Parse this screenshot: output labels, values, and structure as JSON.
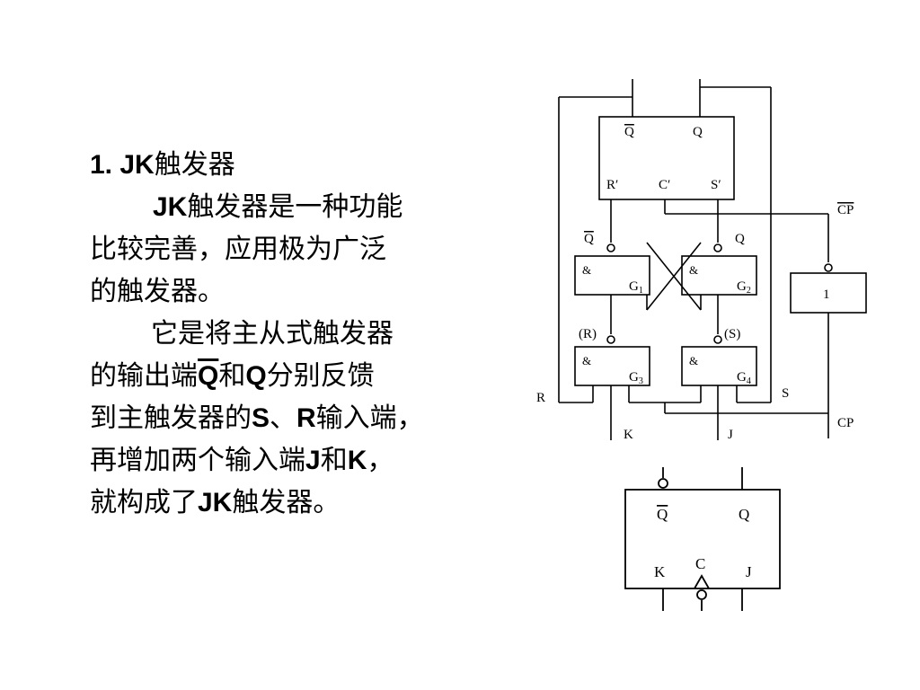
{
  "text": {
    "heading_num": "1. ",
    "heading_jk": "JK",
    "heading_rest": "触发器",
    "p1_jk": "JK",
    "p1_l1": "触发器是一种功能",
    "p1_l2": "比较完善，应用极为广泛",
    "p1_l3": "的触发器。",
    "p2_l1": "它是将主从式触发器",
    "p2_l2_a": "的输出端",
    "p2_l2_qbar": "Q",
    "p2_l2_b": "和",
    "p2_l2_q": "Q",
    "p2_l2_c": "分别反馈",
    "p2_l3_a": "到主触发器的",
    "p2_l3_s": "S",
    "p2_l3_b": "、",
    "p2_l3_r": "R",
    "p2_l3_c": "输入端，",
    "p2_l4_a": "再增加两个输入端",
    "p2_l4_j": "J",
    "p2_l4_b": "和",
    "p2_l4_k": "K",
    "p2_l4_c": "，",
    "p2_l5_a": "就构成了",
    "p2_l5_jk": "JK",
    "p2_l5_b": "触发器。"
  },
  "circuit": {
    "slave_qbar": "Q",
    "slave_q": "Q",
    "slave_r": "R′",
    "slave_c": "C′",
    "slave_s": "S′",
    "qbar_label": "Q",
    "q_label": "Q",
    "cpbar_label": "CP",
    "g1_amp": "&",
    "g1_name": "G",
    "g1_sub": "1",
    "g2_amp": "&",
    "g2_name": "G",
    "g2_sub": "2",
    "g3_amp": "&",
    "g3_name": "G",
    "g3_sub": "3",
    "g4_amp": "&",
    "g4_name": "G",
    "g4_sub": "4",
    "not_symbol": "1",
    "rbar_label": "(R)",
    "sbar_label": "(S)",
    "r_label": "R",
    "s_label": "S",
    "k_label": "K",
    "j_label": "J",
    "cp_label": "CP"
  },
  "symbol": {
    "qbar": "Q",
    "q": "Q",
    "k": "K",
    "c": "C",
    "j": "J"
  }
}
